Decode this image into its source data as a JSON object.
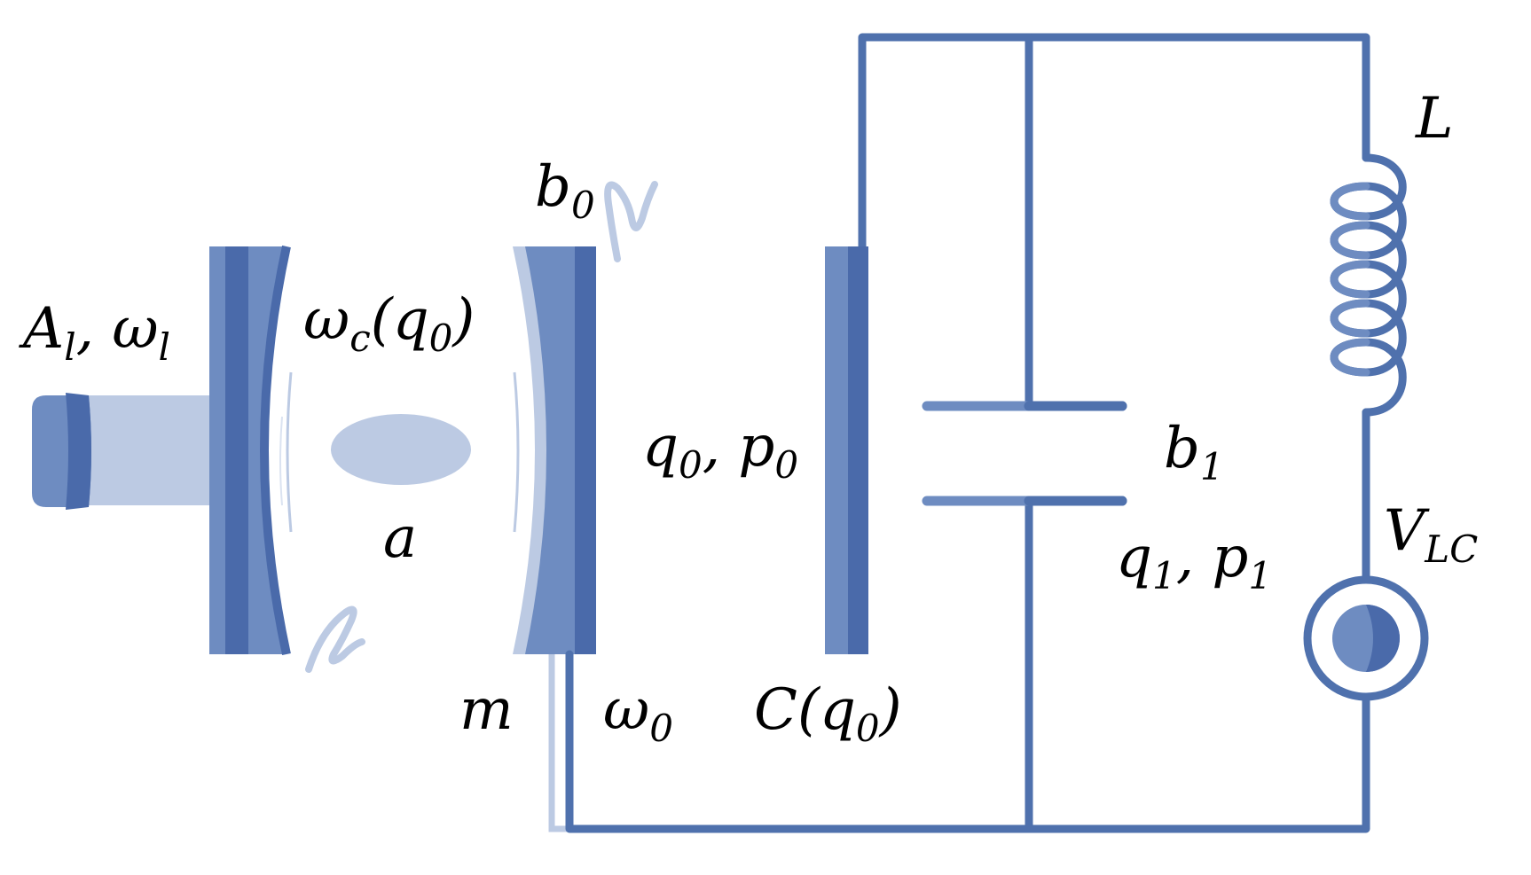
{
  "colors": {
    "wire": "#4f71ad",
    "dark": "#4a6aaa",
    "medium": "#6e8cc1",
    "light": "#bccae3",
    "text": "#000000"
  },
  "labels": {
    "laser": {
      "A": "A",
      "A_sub": "l",
      "sep": ", ",
      "w": "ω",
      "w_sub": "l"
    },
    "cavity_freq": {
      "w": "ω",
      "w_sub": "c",
      "open": "(",
      "q": "q",
      "q_sub": "0",
      "close": ")"
    },
    "cavity_mode": "a",
    "mirror_mode": {
      "b": "b",
      "b_sub": "0"
    },
    "mirror_mass": "m",
    "mirror_freq": {
      "w": "ω",
      "w_sub": "0"
    },
    "mech_coords": {
      "q": "q",
      "q_sub": "0",
      "sep": ", ",
      "p": "p",
      "p_sub": "0"
    },
    "capacitance": {
      "C": "C",
      "open": "(",
      "q": "q",
      "q_sub": "0",
      "close": ")"
    },
    "lc_mode": {
      "b": "b",
      "b_sub": "1"
    },
    "lc_coords": {
      "q": "q",
      "q_sub": "1",
      "sep": ", ",
      "p": "p",
      "p_sub": "1"
    },
    "inductor": "L",
    "voltage": {
      "V": "V",
      "V_sub": "LC"
    }
  },
  "icons": {
    "laser": "laser-source-icon",
    "input_mirror": "fixed-mirror-icon",
    "moving_mirror": "movable-mirror-icon",
    "capacitor_plate": "capacitor-plate-icon",
    "capacitor": "capacitor-icon",
    "inductor": "inductor-coil-icon",
    "source": "voltage-source-icon"
  }
}
